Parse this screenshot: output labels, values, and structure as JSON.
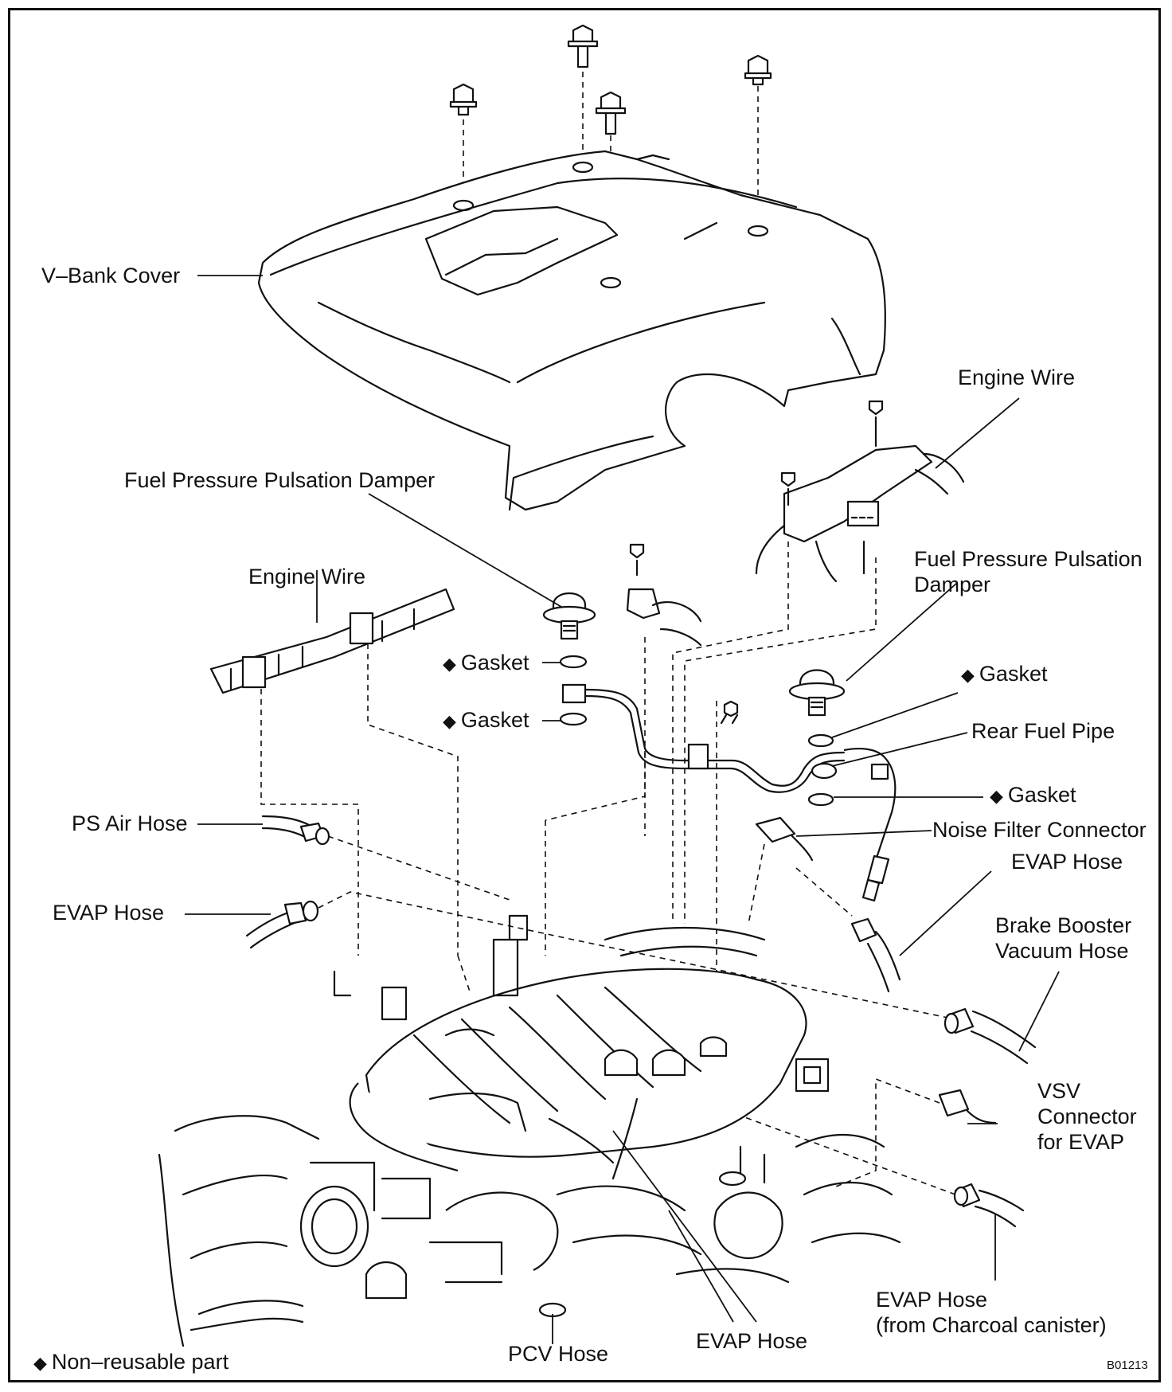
{
  "labels": {
    "v_bank_cover": "V–Bank Cover",
    "engine_wire_right": "Engine Wire",
    "fppd_left": "Fuel Pressure Pulsation Damper",
    "engine_wire_left": "Engine Wire",
    "fppd_right": "Fuel Pressure Pulsation\nDamper",
    "gasket_1": "Gasket",
    "gasket_2": "Gasket",
    "gasket_3": "Gasket",
    "gasket_4": "Gasket",
    "rear_fuel_pipe": "Rear Fuel Pipe",
    "noise_filter_connector": "Noise Filter Connector",
    "ps_air_hose": "PS Air Hose",
    "evap_hose_left": "EVAP Hose",
    "evap_hose_right": "EVAP Hose",
    "brake_booster_vacuum_hose": "Brake Booster\nVacuum Hose",
    "vsv_connector": "VSV\nConnector\nfor EVAP",
    "evap_hose_canister": "EVAP Hose\n(from Charcoal canister)",
    "pcv_hose": "PCV Hose",
    "evap_hose_bottom": "EVAP Hose"
  },
  "legend": {
    "symbol": "◆",
    "text": "Non–reusable part"
  },
  "figure_ref": "B01213",
  "colors": {
    "ink": "#111111",
    "paper": "#ffffff"
  }
}
